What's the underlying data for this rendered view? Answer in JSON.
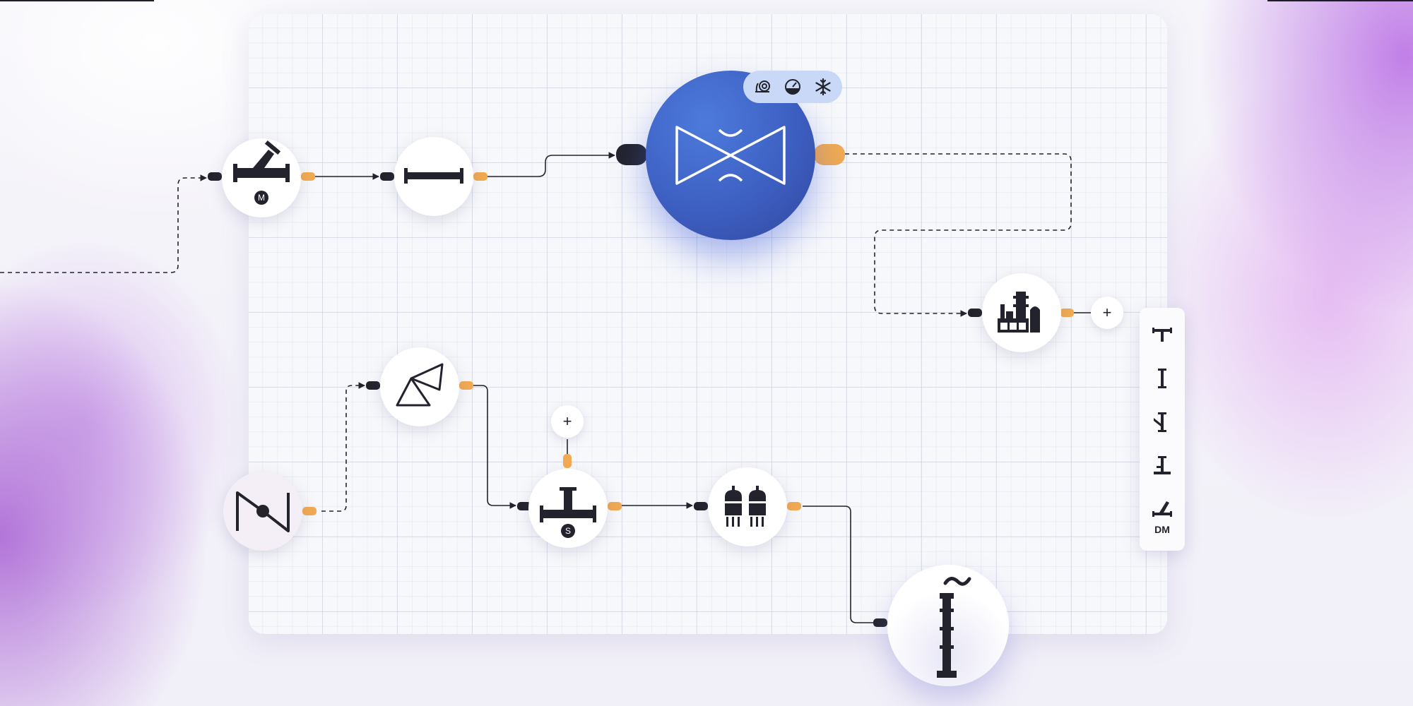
{
  "diagram": {
    "nodes": [
      {
        "id": "strainer",
        "icon": "y-strainer-icon",
        "badge": "M"
      },
      {
        "id": "pipe",
        "icon": "pipe-segment-icon"
      },
      {
        "id": "butterfly-valve",
        "icon": "butterfly-valve-icon",
        "status_icons": [
          "snail-icon",
          "gauge-icon",
          "snowflake-icon"
        ],
        "accent": "#4268d0"
      },
      {
        "id": "refinery",
        "icon": "refinery-icon"
      },
      {
        "id": "cone",
        "icon": "cone-valve-icon"
      },
      {
        "id": "check-valve",
        "icon": "check-valve-icon"
      },
      {
        "id": "tee",
        "icon": "tee-fitting-icon",
        "badge": "S"
      },
      {
        "id": "tanks",
        "icon": "tank-farm-icon"
      },
      {
        "id": "stack",
        "icon": "smoke-stack-icon"
      }
    ],
    "add_button_label": "+",
    "connector_colors": {
      "input": "#23232d",
      "output": "#f2aa52"
    }
  },
  "side_panel": {
    "items": [
      "tee-icon",
      "straight-pipe-icon",
      "reducer-tee-icon",
      "tee-down-icon",
      "lateral-icon"
    ],
    "label": "DM"
  }
}
